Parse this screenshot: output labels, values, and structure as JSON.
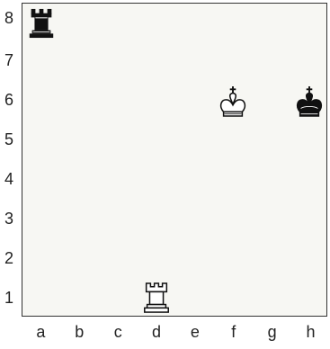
{
  "board": {
    "files": [
      "a",
      "b",
      "c",
      "d",
      "e",
      "f",
      "g",
      "h"
    ],
    "ranks": [
      "8",
      "7",
      "6",
      "5",
      "4",
      "3",
      "2",
      "1"
    ],
    "pieces": [
      {
        "square": "a8",
        "color": "black",
        "type": "rook",
        "icon": "black-rook-icon"
      },
      {
        "square": "f6",
        "color": "white",
        "type": "king",
        "icon": "white-king-icon"
      },
      {
        "square": "h6",
        "color": "black",
        "type": "king",
        "icon": "black-king-icon"
      },
      {
        "square": "d1",
        "color": "white",
        "type": "rook",
        "icon": "white-rook-icon"
      }
    ]
  },
  "colors": {
    "board_background": "#f7f7f3",
    "border": "#333333",
    "label_text": "#222222",
    "black_piece": "#111111",
    "white_piece": "#ffffff"
  }
}
